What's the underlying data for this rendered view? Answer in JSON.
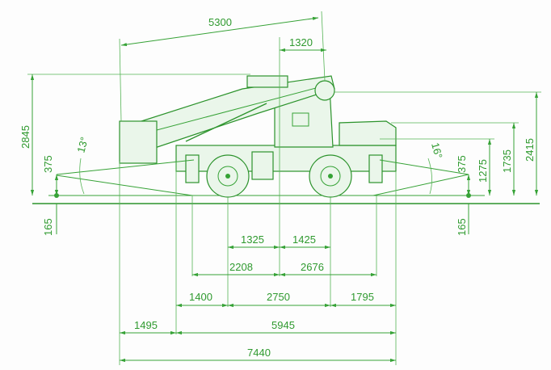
{
  "dimensions": {
    "boom_length": "5300",
    "boom_offset": "1320",
    "height_total": "2845",
    "height_rear_clearance": "375",
    "ground_offset_left": "165",
    "angle_rear": "13°",
    "angle_front": "16°",
    "height_front_clearance": "375",
    "ground_offset_right": "165",
    "height_1275": "1275",
    "height_1735": "1735",
    "height_2415": "2415",
    "span_1325": "1325",
    "span_1425": "1425",
    "span_2208": "2208",
    "span_2676": "2676",
    "span_1400": "1400",
    "wheelbase": "2750",
    "span_1795": "1795",
    "span_1495": "1495",
    "span_5945": "5945",
    "length_total": "7440"
  },
  "colors": {
    "line": "#36a236",
    "text": "#2f9a2f",
    "background": "#fdfdfd"
  }
}
